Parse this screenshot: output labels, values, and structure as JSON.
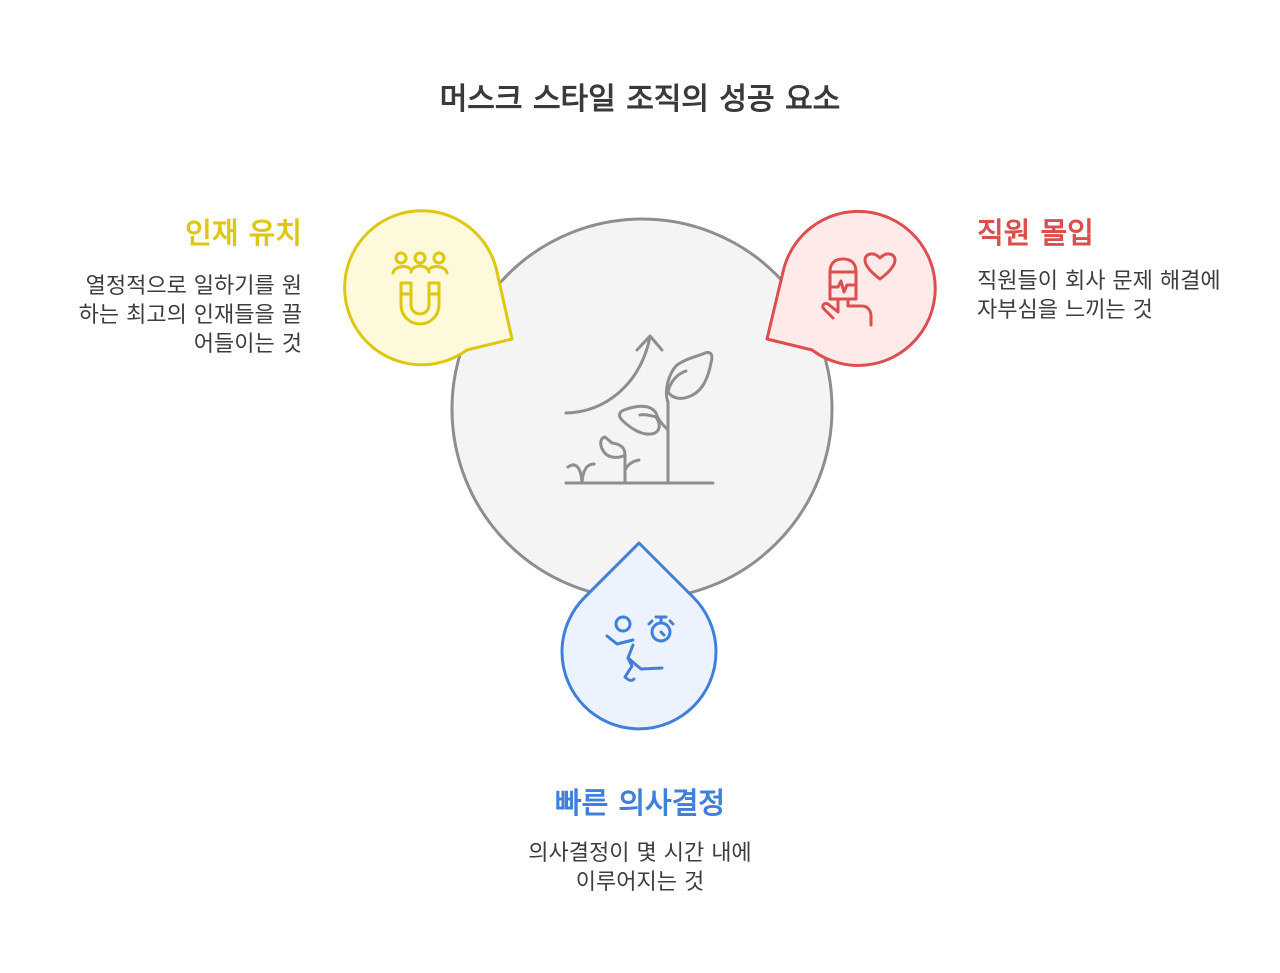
{
  "title": "머스크 스타일 조직의 성공 요소",
  "colors": {
    "yellow_stroke": "#DEC712",
    "yellow_fill": "#FFF9DC",
    "yellow_text": "#DEC712",
    "red_stroke": "#DB4F4F",
    "red_fill": "#FFEAEA",
    "red_text": "#DB4F4F",
    "blue_stroke": "#3F80DB",
    "blue_fill": "#ECF3FF",
    "blue_text": "#3F80DB",
    "center_stroke": "#8E8E8E",
    "center_fill": "#F4F4F4",
    "text": "#3d3d3d"
  },
  "center": {
    "icon": "growing-plant-arrow-icon"
  },
  "factors": [
    {
      "id": "talent",
      "heading": "인재 유치",
      "description_lines": [
        "열정적으로 일하기를 원",
        "하는 최고의 인재들을 끌",
        "어들이는 것"
      ],
      "icon": "people-magnet-icon"
    },
    {
      "id": "engagement",
      "heading": "직원 몰입",
      "description_lines": [
        "직원들이 회사 문제 해결에",
        "자부심을 느끼는 것"
      ],
      "icon": "hand-heart-monitor-icon"
    },
    {
      "id": "decision",
      "heading": "빠른 의사결정",
      "description_lines": [
        "의사결정이 몇 시간 내에",
        "이루어지는 것"
      ],
      "icon": "running-stopwatch-icon"
    }
  ]
}
